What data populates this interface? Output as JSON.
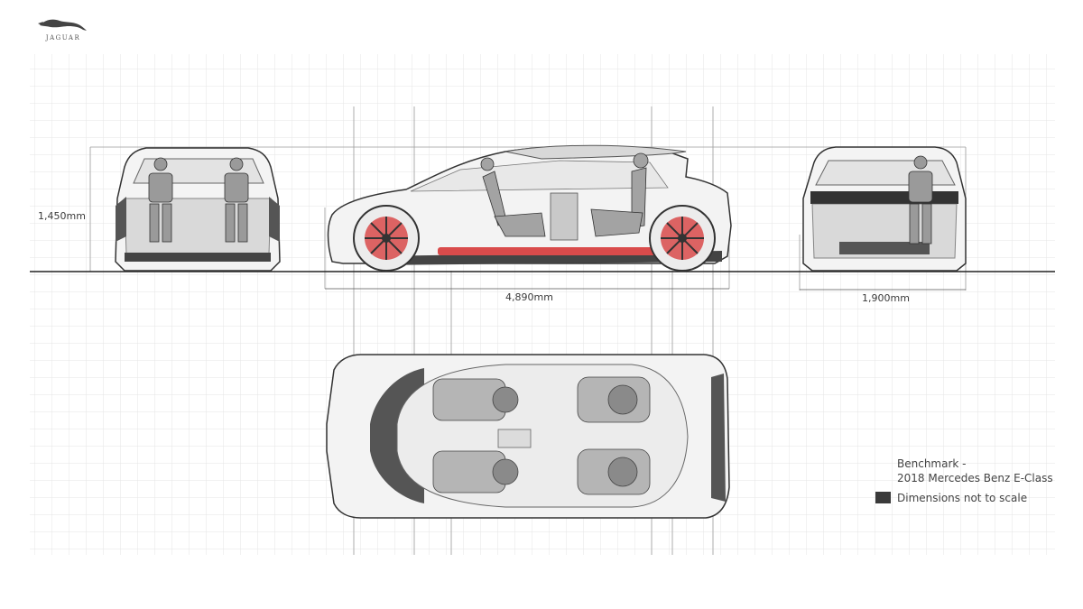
{
  "brand": {
    "name": "JAGUAR"
  },
  "dimensions": {
    "height": "1,450mm",
    "length": "4,890mm",
    "width": "1,900mm"
  },
  "legend": {
    "line1": "Benchmark -",
    "line2": "2018 Mercedes Benz E-Class",
    "note": "Dimensions not to scale"
  },
  "colors": {
    "grid": "#e4e4e4",
    "line": "#3a3a3a",
    "accent": "#d94b4b",
    "benchmark": "#3a3a3a"
  }
}
